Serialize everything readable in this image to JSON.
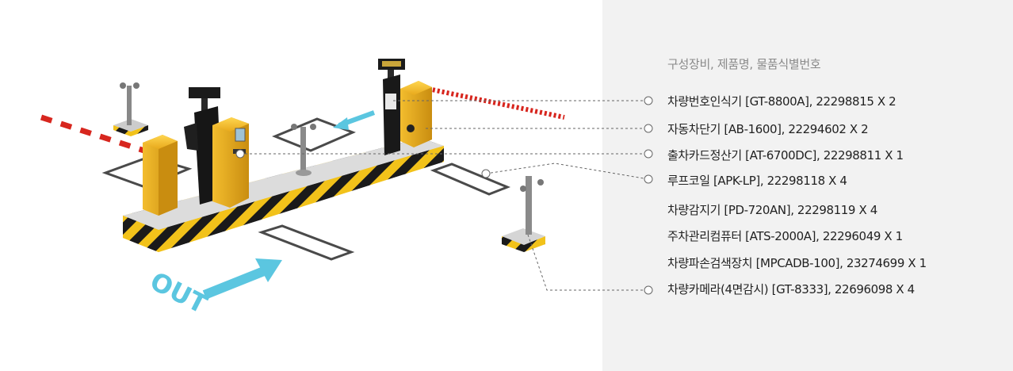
{
  "panel": {
    "title": "구성장비, 제품명, 물품식별번호",
    "background": "#f2f2f2"
  },
  "items": [
    {
      "label": "차량번호인식기 [GT-8800A], 22298815 X 2",
      "connected": true
    },
    {
      "label": "자동차단기 [AB-1600], 22294602 X 2",
      "connected": true
    },
    {
      "label": "출차카드정산기 [AT-6700DC], 22298811 X 1",
      "connected": true
    },
    {
      "label": "루프코일 [APK-LP], 22298118 X 4",
      "connected": true
    },
    {
      "label": "차량감지기 [PD-720AN], 22298119 X 4",
      "connected": false
    },
    {
      "label": "주차관리컴퓨터 [ATS-2000A], 22296049 X 1",
      "connected": false
    },
    {
      "label": "차량파손검색장치 [MPCADB-100], 23274699 X 1",
      "connected": false
    },
    {
      "label": "차량카메라(4면감시) [GT-8333], 22696098 X 4",
      "connected": true
    }
  ],
  "scene": {
    "direction_text": "OUT",
    "colors": {
      "machine_yellow": "#e8a91c",
      "hazard_black": "#1a1a1a",
      "arrow_cyan": "#5bc6e0",
      "leader_line": "#666666"
    }
  }
}
